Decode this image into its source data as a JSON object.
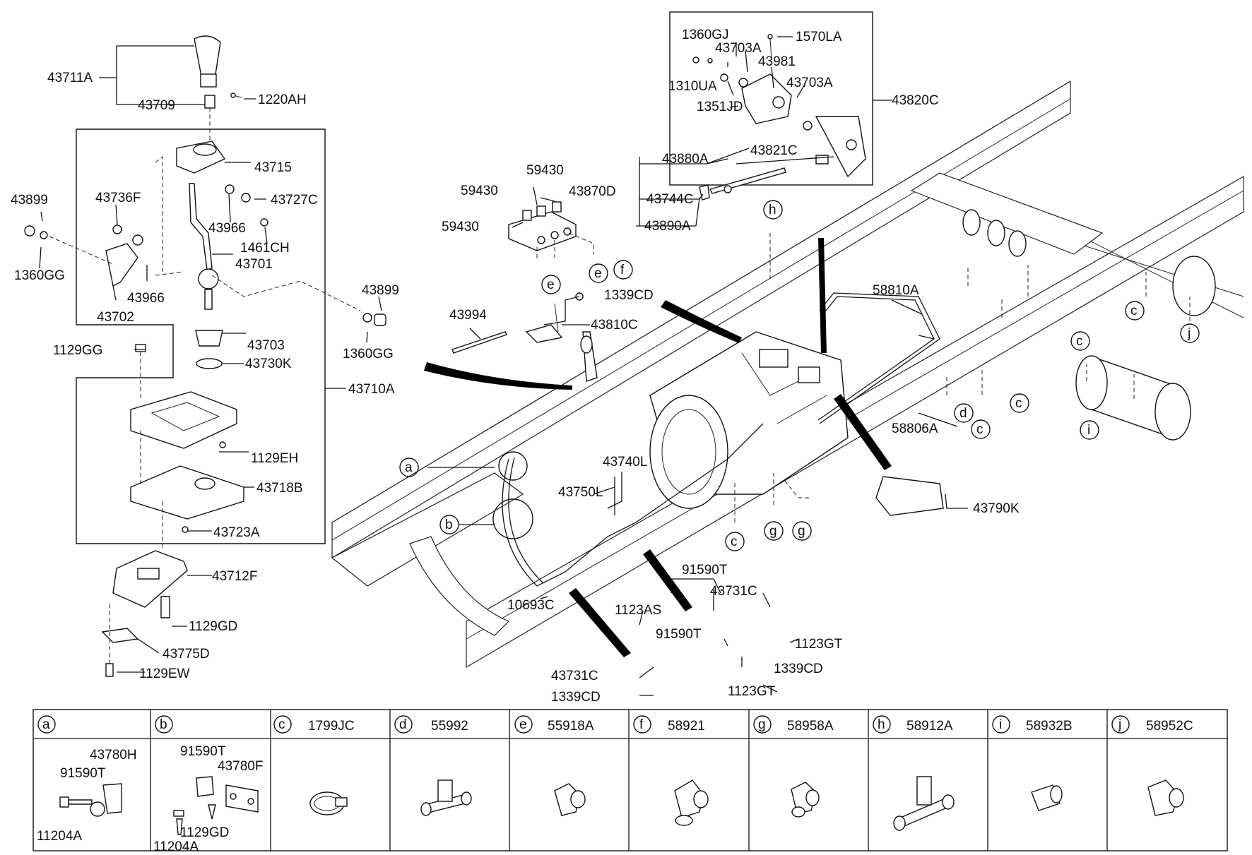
{
  "shifter_labels": [
    "43711A",
    "43709",
    "1220AH",
    "43715",
    "43736F",
    "43727C",
    "43966",
    "1461CH",
    "43701",
    "43899",
    "1360GG",
    "43966",
    "43702",
    "43703",
    "43730K",
    "1129GG",
    "43710A",
    "43899",
    "1360GG",
    "1129EH",
    "43718B",
    "43723A",
    "43712F",
    "1129GD",
    "43775D",
    "1129EW"
  ],
  "valve_labels": [
    "59430",
    "59430",
    "59430",
    "43994",
    "1339CD",
    "43810C"
  ],
  "bracket_box_labels": [
    "1360GJ",
    "1570LA",
    "43703A",
    "43981",
    "1310UA",
    "43703A",
    "1351JD",
    "43820C"
  ],
  "linkage_labels": [
    "43880A",
    "43821C",
    "43870D",
    "43744C",
    "43890A"
  ],
  "frame_labels": [
    "58810A",
    "58806A",
    "43790K",
    "43740L",
    "43750L",
    "10693C",
    "91590T",
    "43731C",
    "1123AS",
    "91590T",
    "1123GT",
    "1339CD",
    "43731C",
    "1339CD",
    "1123GT"
  ],
  "callouts": {
    "a": "a",
    "b": "b",
    "c": "c",
    "d": "d",
    "e": "e",
    "f": "f",
    "g": "g",
    "h": "h",
    "i": "i",
    "j": "j"
  },
  "legend": [
    {
      "letter": "a",
      "part": "",
      "sub": [
        "43780H",
        "91590T",
        "11204A"
      ]
    },
    {
      "letter": "b",
      "part": "",
      "sub": [
        "91590T",
        "43780F",
        "11204A",
        "1129GD"
      ]
    },
    {
      "letter": "c",
      "part": "1799JC"
    },
    {
      "letter": "d",
      "part": "55992"
    },
    {
      "letter": "e",
      "part": "55918A"
    },
    {
      "letter": "f",
      "part": "58921"
    },
    {
      "letter": "g",
      "part": "58958A"
    },
    {
      "letter": "h",
      "part": "58912A"
    },
    {
      "letter": "i",
      "part": "58932B"
    },
    {
      "letter": "j",
      "part": "58952C"
    }
  ]
}
